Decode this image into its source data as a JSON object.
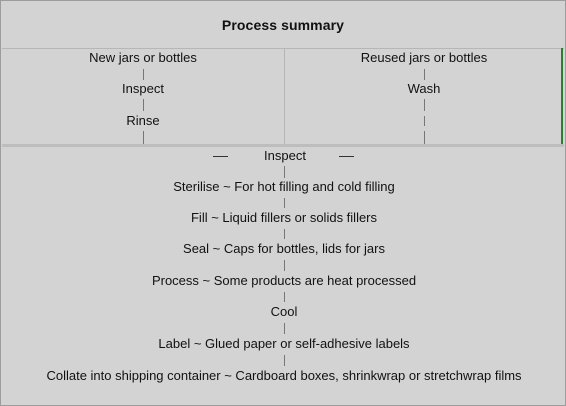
{
  "header": {
    "title": "Process summary"
  },
  "branches": {
    "new": {
      "steps": [
        "New jars or bottles",
        "Inspect",
        "Rinse"
      ]
    },
    "reused": {
      "steps": [
        "Reused jars or bottles",
        "Wash"
      ]
    }
  },
  "merge": {
    "label": "Inspect"
  },
  "main_steps": [
    "Sterilise ~ For hot filling and cold filling",
    "Fill ~ Liquid fillers or solids fillers",
    "Seal ~ Caps for bottles, lids for jars",
    "Process ~ Some products are heat processed",
    "Cool",
    "Label ~ Glued paper or self-adhesive labels",
    "Collate into shipping container ~ Cardboard boxes, shrinkwrap or stretchwrap films"
  ]
}
